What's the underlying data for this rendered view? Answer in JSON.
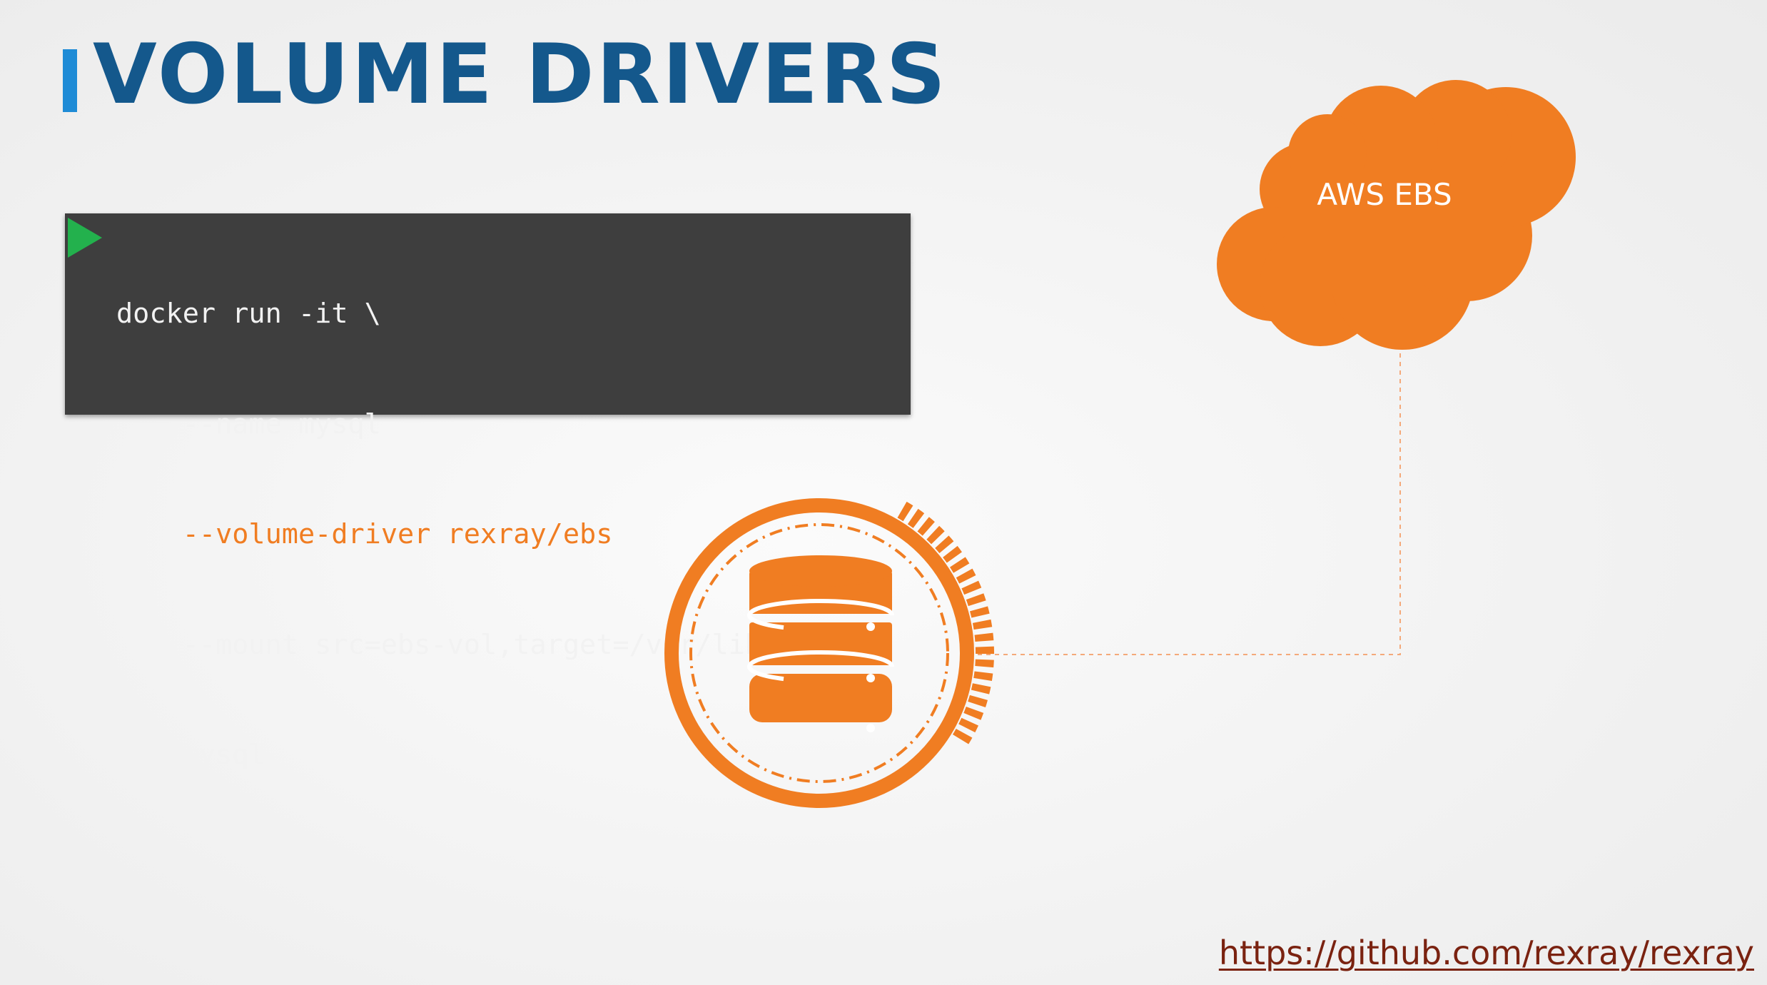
{
  "slide": {
    "title": "VOLUME DRIVERS"
  },
  "code": {
    "lines": [
      "docker run -it \\",
      "    --name mysql",
      "    --volume-driver rexray/ebs",
      "    --mount src=ebs-vol,target=/var/lib/mysql",
      "    mysql"
    ],
    "highlighted_line_index": 2,
    "run_icon": "play-icon"
  },
  "cloud": {
    "label": "AWS EBS",
    "icon": "cloud-icon"
  },
  "storage": {
    "icon": "database-icon"
  },
  "link": {
    "text": "https://github.com/rexray/rexray"
  },
  "colors": {
    "title": "#14588c",
    "title_bar": "#1e8bd6",
    "accent_orange": "#f07d22",
    "code_background": "#3e3e3e",
    "code_text": "#f2f2f2",
    "run_icon": "#23b14d",
    "connector": "#f4a97a",
    "link": "#7a2210"
  }
}
